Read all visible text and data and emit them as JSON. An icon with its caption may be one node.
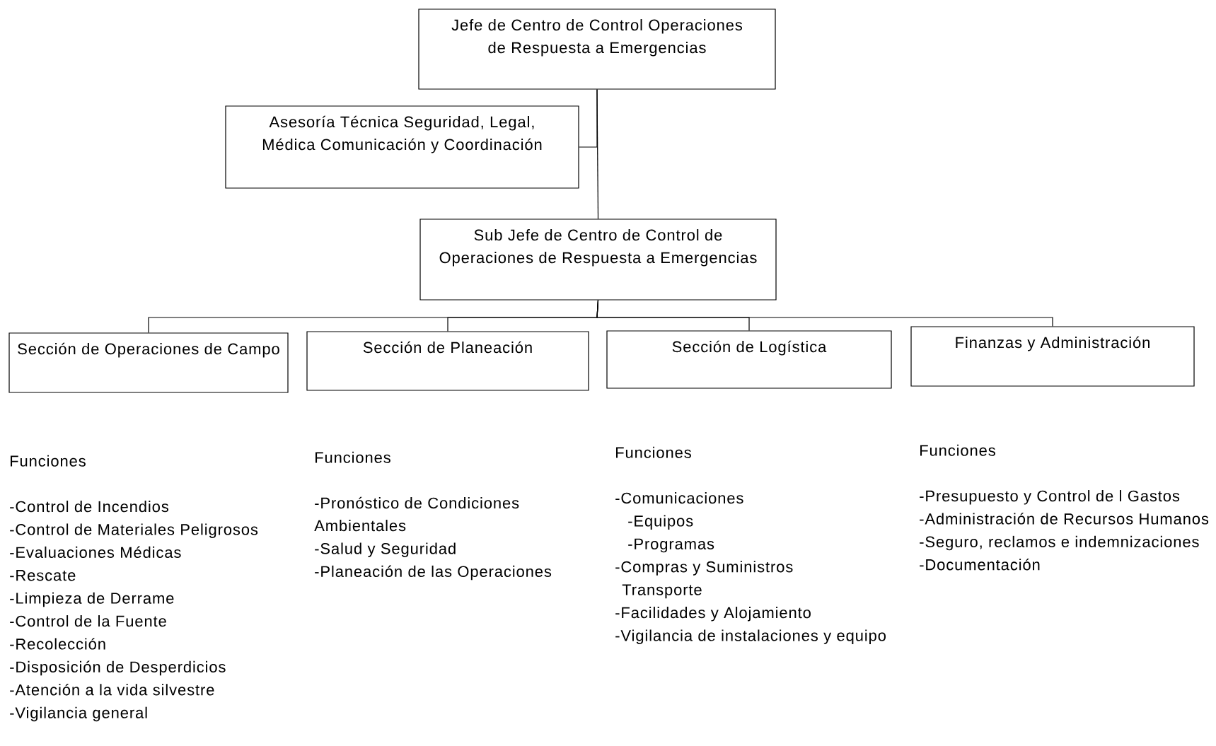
{
  "diagram": {
    "nodes": [
      {
        "text": [
          "Jefe de Centro de Control Operaciones de Respuesta a Emergencias"
        ]
      },
      {
        "text": [
          "Asesoría Técnica Seguridad, Legal, Médica Comunicación y Coordinación"
        ]
      },
      {
        "text": [
          "Sub Jefe de Centro de Control de Operaciones de Respuesta a Emergencias"
        ]
      },
      {
        "text": [
          "Sección de Operaciones de Campo"
        ]
      },
      {
        "text": [
          "Sección de Planeación"
        ]
      },
      {
        "text": [
          "Sección de Logística"
        ]
      },
      {
        "text": [
          "Finanzas y Administración"
        ]
      }
    ],
    "edges": [
      {
        "from": 0,
        "to": 2,
        "arrow": "none"
      },
      {
        "from": 1,
        "to": 0,
        "arrow": "none"
      },
      {
        "from": 2,
        "to": 3,
        "arrow": "none"
      },
      {
        "from": 2,
        "to": 4,
        "arrow": "none"
      },
      {
        "from": 2,
        "to": 5,
        "arrow": "none"
      },
      {
        "from": 2,
        "to": 6,
        "arrow": "none"
      }
    ],
    "labels": [
      "Funciones",
      "-Control de Incendios",
      "-Control de Materiales Peligrosos",
      "-Evaluaciones Médicas",
      "-Rescate",
      "-Limpieza de Derrame",
      "-Control de la Fuente",
      "-Recolección",
      "-Disposición de Desperdicios",
      "-Atención a la vida silvestre",
      "-Vigilancia general",
      "Funciones",
      "-Pronóstico de Condiciones Ambientales",
      "-Salud y Seguridad",
      "-Planeación de las Operaciones",
      "Funciones",
      "-Comunicaciones",
      "-Equipos",
      "-Programas",
      "-Compras y Suministros",
      "Transporte",
      "-Facilidades y Alojamiento",
      "-Vigilancia de instalaciones y equipo",
      "Funciones",
      "-Presupuesto y Control de l Gastos",
      "-Administración de Recursos Humanos",
      "-Seguro, reclamos e indemnizaciones",
      "-Documentación"
    ]
  }
}
